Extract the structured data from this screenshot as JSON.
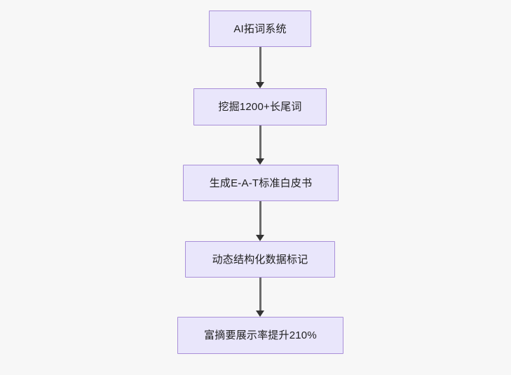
{
  "diagram": {
    "type": "flowchart",
    "direction": "top-to-bottom",
    "background_color": "#f7f7f7",
    "node_fill_color": "#e9e6fb",
    "node_border_color": "#a98fd8",
    "node_text_color": "#1f1f1f",
    "connector_color": "#6b6b6b",
    "arrowhead_color": "#333333",
    "nodes": [
      {
        "id": "node-1",
        "label": "AI拓词系统"
      },
      {
        "id": "node-2",
        "label": "挖掘1200+长尾词"
      },
      {
        "id": "node-3",
        "label": "生成E-A-T标准白皮书"
      },
      {
        "id": "node-4",
        "label": "动态结构化数据标记"
      },
      {
        "id": "node-5",
        "label": "富摘要展示率提升210%"
      }
    ],
    "connectors": [
      {
        "id": "conn-1",
        "from": "node-1",
        "to": "node-2",
        "arrow": "arrow-down-icon"
      },
      {
        "id": "conn-2",
        "from": "node-2",
        "to": "node-3",
        "arrow": "arrow-down-icon"
      },
      {
        "id": "conn-3",
        "from": "node-3",
        "to": "node-4",
        "arrow": "arrow-down-icon"
      },
      {
        "id": "conn-4",
        "from": "node-4",
        "to": "node-5",
        "arrow": "arrow-down-icon"
      }
    ]
  }
}
